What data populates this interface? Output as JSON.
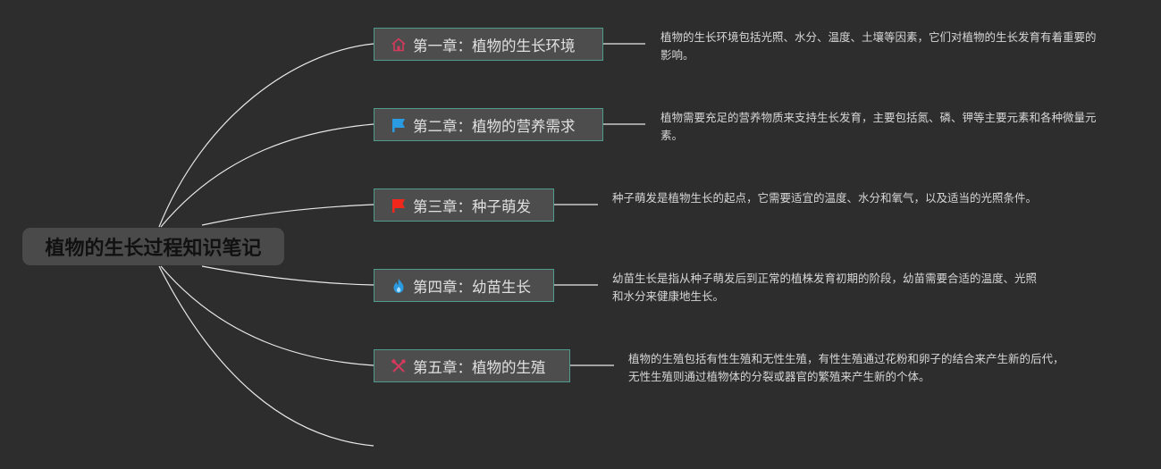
{
  "root": {
    "label": "植物的生长过程知识笔记"
  },
  "colors": {
    "background": "#2d2d2d",
    "branch_line": "#e8e8e8",
    "topic_border": "#4f9c8c",
    "topic_fill": "#4d4d4d"
  },
  "topics": [
    {
      "label": "第一章：植物的生长环境",
      "icon": "home-icon",
      "icon_color": "#d43a5c",
      "note": "植物的生长环境包括光照、水分、温度、土壤等因素，它们对植物的生长发育有着重要的影响。"
    },
    {
      "label": "第二章：植物的营养需求",
      "icon": "flag-icon",
      "icon_color": "#2a9be0",
      "note": "植物需要充足的营养物质来支持生长发育，主要包括氮、磷、钾等主要元素和各种微量元素。"
    },
    {
      "label": "第三章：种子萌发",
      "icon": "flag-icon",
      "icon_color": "#f2271c",
      "note": "种子萌发是植物生长的起点，它需要适宜的温度、水分和氧气，以及适当的光照条件。"
    },
    {
      "label": "第四章：幼苗生长",
      "icon": "fire-icon",
      "icon_color": "#2a9be0",
      "note": "幼苗生长是指从种子萌发后到正常的植株发育初期的阶段，幼苗需要合适的温度、光照和水分来健康地生长。"
    },
    {
      "label": "第五章：植物的生殖",
      "icon": "tools-icon",
      "icon_color": "#d43a5c",
      "note": "植物的生殖包括有性生殖和无性生殖，有性生殖通过花粉和卵子的结合来产生新的后代，无性生殖则通过植物体的分裂或器官的繁殖来产生新的个体。"
    }
  ]
}
